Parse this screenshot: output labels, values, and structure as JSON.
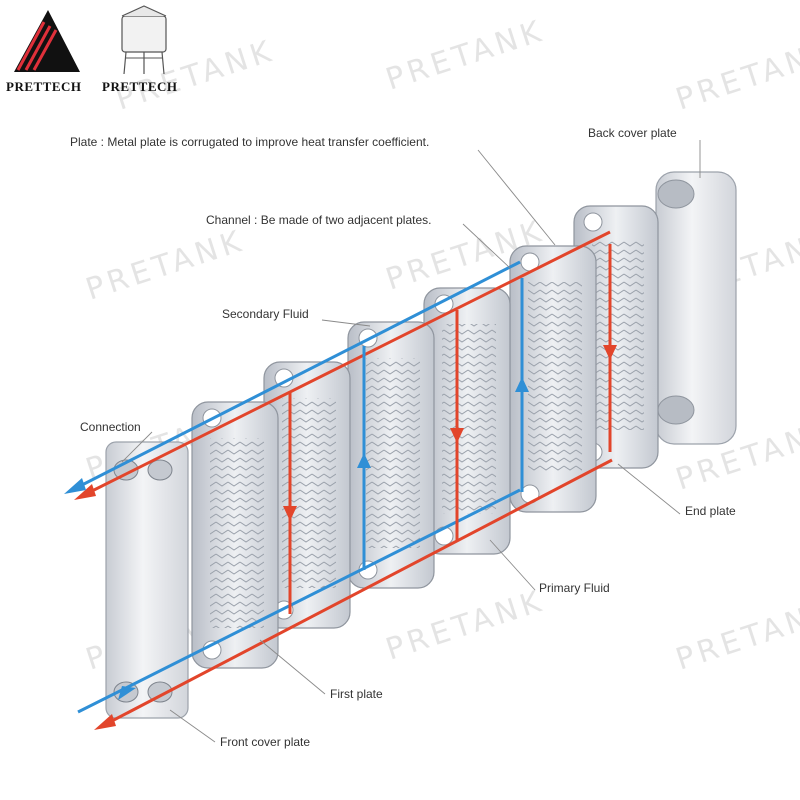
{
  "brand": {
    "logo_left_text": "PRETTECH",
    "logo_right_text": "PRETTECH"
  },
  "watermark": "PRETANK",
  "labels": {
    "plate": "Plate : Metal plate is corrugated to improve heat transfer coefficient.",
    "back_cover_plate": "Back cover plate",
    "channel": "Channel : Be made of two adjacent plates.",
    "secondary_fluid": "Secondary Fluid",
    "connection": "Connection",
    "end_plate": "End plate",
    "primary_fluid": "Primary Fluid",
    "first_plate": "First plate",
    "front_cover_plate": "Front cover plate"
  },
  "colors": {
    "primary_fluid": "#e2452b",
    "secondary_fluid": "#2f8fd6",
    "plate_metal": "#d7dbe2",
    "logo_red": "#e0303a"
  }
}
